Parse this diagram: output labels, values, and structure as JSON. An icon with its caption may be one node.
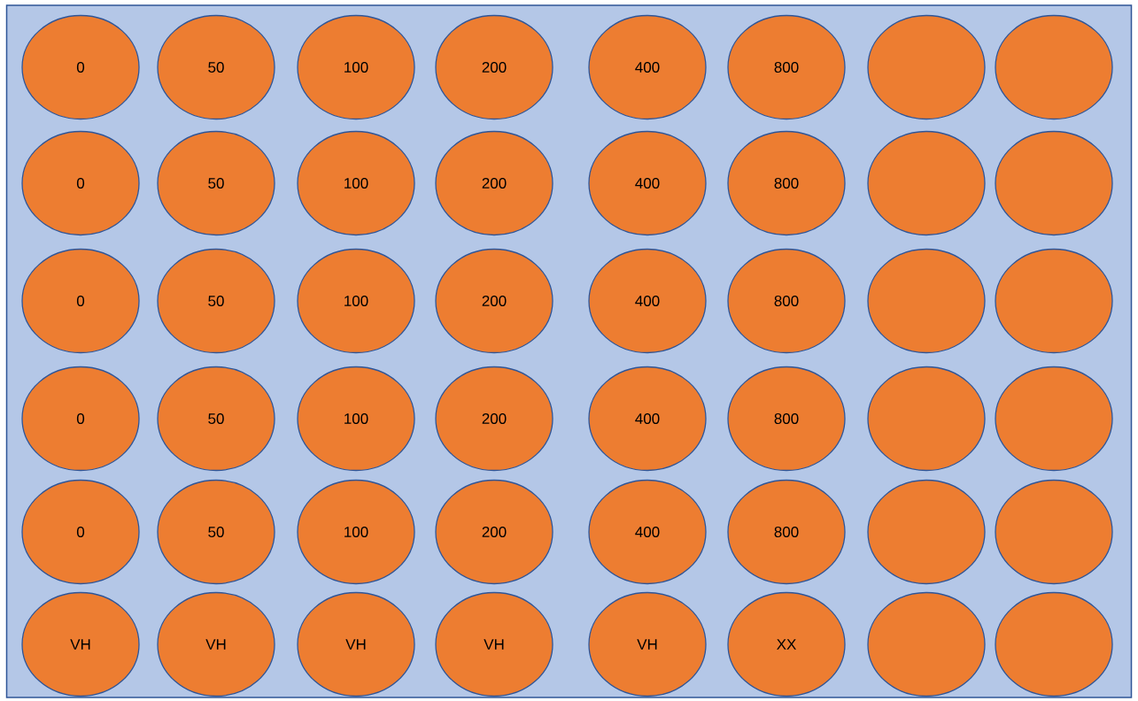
{
  "diagram": {
    "nodes": [
      {
        "text": [],
        "shape": "box"
      },
      {
        "text": [
          "0"
        ],
        "in": 0
      },
      {
        "text": [
          "50"
        ],
        "in": 0
      },
      {
        "text": [
          "100"
        ],
        "in": 0
      },
      {
        "text": [
          "200"
        ],
        "in": 0
      },
      {
        "text": [
          "400"
        ],
        "in": 0
      },
      {
        "text": [
          "800"
        ],
        "in": 0
      },
      {
        "text": [],
        "shape": "circle",
        "in": 0
      },
      {
        "text": [],
        "shape": "circle",
        "in": 0
      },
      {
        "text": [
          "0"
        ],
        "in": 0
      },
      {
        "text": [
          "50"
        ],
        "in": 0
      },
      {
        "text": [
          "100"
        ],
        "in": 0
      },
      {
        "text": [
          "200"
        ],
        "in": 0
      },
      {
        "text": [
          "400"
        ],
        "in": 0
      },
      {
        "text": [
          "800"
        ],
        "in": 0
      },
      {
        "text": [],
        "shape": "circle",
        "in": 0
      },
      {
        "text": [],
        "shape": "circle",
        "in": 0
      },
      {
        "text": [
          "0"
        ],
        "in": 0
      },
      {
        "text": [
          "50"
        ],
        "in": 0
      },
      {
        "text": [
          "100"
        ],
        "in": 0
      },
      {
        "text": [
          "200"
        ],
        "in": 0
      },
      {
        "text": [
          "400"
        ],
        "in": 0
      },
      {
        "text": [
          "800"
        ],
        "in": 0
      },
      {
        "text": [],
        "shape": "circle",
        "in": 0
      },
      {
        "text": [],
        "shape": "circle",
        "in": 0
      },
      {
        "text": [
          "0"
        ],
        "in": 0
      },
      {
        "text": [
          "50"
        ],
        "in": 0
      },
      {
        "text": [
          "100"
        ],
        "in": 0
      },
      {
        "text": [
          "200"
        ],
        "in": 0
      },
      {
        "text": [
          "400"
        ],
        "in": 0
      },
      {
        "text": [
          "800"
        ],
        "in": 0
      },
      {
        "text": [],
        "shape": "circle",
        "in": 0
      },
      {
        "text": [],
        "shape": "circle",
        "in": 0
      },
      {
        "text": [
          "0"
        ],
        "in": 0
      },
      {
        "text": [
          "50"
        ],
        "in": 0
      },
      {
        "text": [
          "100"
        ],
        "in": 0
      },
      {
        "text": [
          "200"
        ],
        "in": 0
      },
      {
        "text": [
          "400"
        ],
        "in": 0
      },
      {
        "text": [
          "800"
        ],
        "in": 0
      },
      {
        "text": [],
        "shape": "circle",
        "in": 0
      },
      {
        "text": [],
        "shape": "circle",
        "in": 0
      },
      {
        "text": [
          "VH"
        ],
        "in": 0
      },
      {
        "text": [
          "VH"
        ],
        "in": 0
      },
      {
        "text": [
          "VH"
        ],
        "in": 0
      },
      {
        "text": [
          "VH"
        ],
        "in": 0
      },
      {
        "text": [
          "VH"
        ],
        "in": 0
      },
      {
        "text": [
          "XX"
        ],
        "in": 0
      },
      {
        "text": [],
        "shape": "circle",
        "in": 0
      },
      {
        "text": [],
        "shape": "circle",
        "in": 0
      }
    ]
  }
}
